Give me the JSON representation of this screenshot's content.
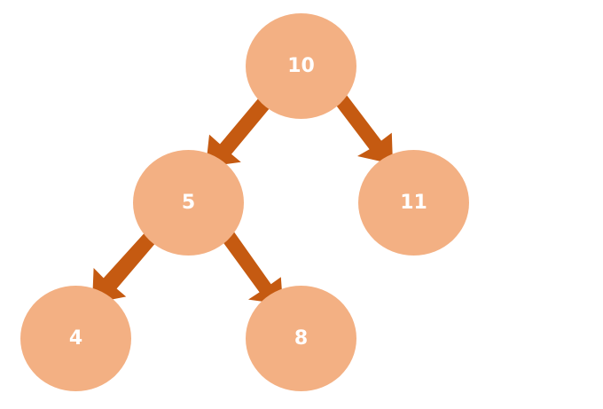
{
  "colors": {
    "node_fill": "#F3B083",
    "edge": "#C55A11",
    "label": "#ffffff",
    "background": "#ffffff"
  },
  "nodes": [
    {
      "id": "n10",
      "label": "10"
    },
    {
      "id": "n5",
      "label": "5"
    },
    {
      "id": "n11",
      "label": "11"
    },
    {
      "id": "n4",
      "label": "4"
    },
    {
      "id": "n8",
      "label": "8"
    }
  ],
  "edges": [
    {
      "from": "n10",
      "to": "n5"
    },
    {
      "from": "n10",
      "to": "n11"
    },
    {
      "from": "n5",
      "to": "n4"
    },
    {
      "from": "n5",
      "to": "n8"
    }
  ]
}
